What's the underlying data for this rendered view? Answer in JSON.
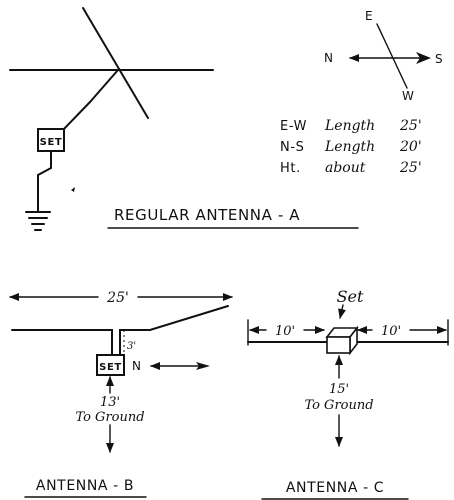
{
  "compass": {
    "east": "E",
    "west": "W",
    "north": "N",
    "south": "S"
  },
  "specs": [
    {
      "dir": "E-W",
      "label": "Length",
      "value": "25'"
    },
    {
      "dir": "N-S",
      "label": "Length",
      "value": "20'"
    },
    {
      "dir": "Ht.",
      "label": "about",
      "value": "25'"
    }
  ],
  "diagram_a": {
    "set_label": "SET",
    "caption": "REGULAR ANTENNA - A"
  },
  "diagram_b": {
    "span": "25'",
    "drop": "3'",
    "set_label": "SET",
    "north": "N",
    "ground_dist": "13'",
    "ground_text": "To Ground",
    "caption": "ANTENNA - B"
  },
  "diagram_c": {
    "set_label": "Set",
    "left_span": "10'",
    "right_span": "10'",
    "ground_dist": "15'",
    "ground_text": "To Ground",
    "caption": "ANTENNA - C"
  }
}
